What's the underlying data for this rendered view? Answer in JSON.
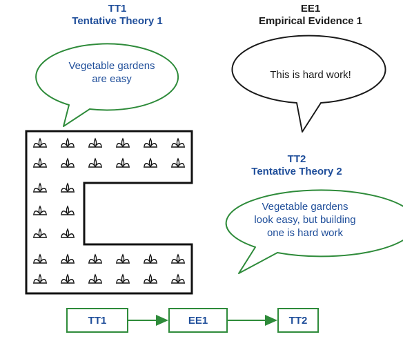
{
  "tt1": {
    "code": "TT1",
    "title": "Tentative Theory 1",
    "bubble": [
      "Vegetable gardens",
      "are easy"
    ]
  },
  "ee1": {
    "code": "EE1",
    "title": "Empirical Evidence 1",
    "bubble": [
      "This is hard work!"
    ]
  },
  "tt2": {
    "code": "TT2",
    "title": "Tentative Theory 2",
    "bubble": [
      "Vegetable gardens",
      "look easy, but building",
      "one is hard work"
    ]
  },
  "flow": {
    "steps": [
      "TT1",
      "EE1",
      "TT2"
    ]
  },
  "colors": {
    "theory_text": "#1f4e9a",
    "bubble_green": "#2e8b3a",
    "evidence_text": "#1a1a1a"
  }
}
